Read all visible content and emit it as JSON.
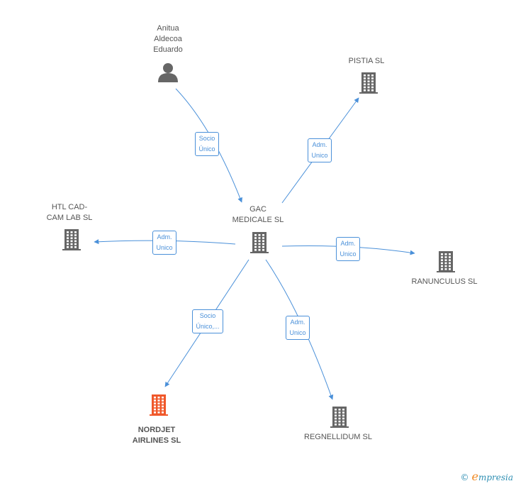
{
  "colors": {
    "edge": "#4a90d9",
    "company": "#666666",
    "focus": "#f0582a",
    "person": "#666666"
  },
  "nodes": [
    {
      "id": "anitua",
      "label": "Anitua\nAldecoa\nEduardo",
      "icon": "person-icon",
      "type": "person"
    },
    {
      "id": "pistia",
      "label": "PISTIA SL",
      "icon": "building-icon",
      "type": "company"
    },
    {
      "id": "gac",
      "label": "GAC\nMEDICALE SL",
      "icon": "building-icon",
      "type": "company"
    },
    {
      "id": "htl",
      "label": "HTL CAD-\nCAM LAB  SL",
      "icon": "building-icon",
      "type": "company"
    },
    {
      "id": "ranunculus",
      "label": "RANUNCULUS SL",
      "icon": "building-icon",
      "type": "company"
    },
    {
      "id": "nordjet",
      "label": "NORDJET\nAIRLINES SL",
      "icon": "building-icon",
      "type": "focus"
    },
    {
      "id": "regnellidum",
      "label": "REGNELLIDUM SL",
      "icon": "building-icon",
      "type": "company"
    }
  ],
  "edges": [
    {
      "from": "anitua",
      "to": "gac",
      "label": "Socio\nÚnico"
    },
    {
      "from": "gac",
      "to": "pistia",
      "label": "Adm.\nUnico"
    },
    {
      "from": "gac",
      "to": "htl",
      "label": "Adm.\nUnico"
    },
    {
      "from": "gac",
      "to": "ranunculus",
      "label": "Adm.\nUnico"
    },
    {
      "from": "gac",
      "to": "nordjet",
      "label": "Socio\nÚnico,..."
    },
    {
      "from": "gac",
      "to": "regnellidum",
      "label": "Adm.\nUnico"
    }
  ],
  "brand": {
    "copyright": "©",
    "initial": "e",
    "name": "mpresia"
  }
}
